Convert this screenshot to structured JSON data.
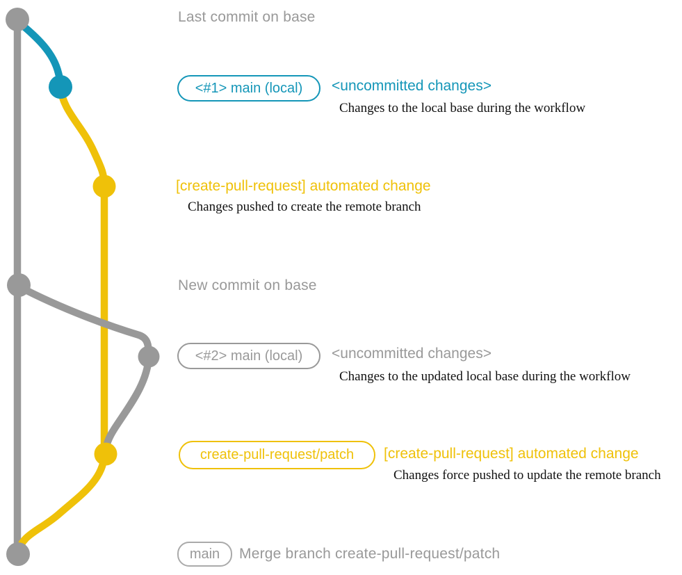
{
  "colors": {
    "gray": "#999999",
    "blue": "#1496b8",
    "yellow": "#efc109",
    "ink": "#111111",
    "bg": "#ffffff"
  },
  "graph": {
    "branches": [
      "base (gray)",
      "main local (blue)",
      "create-pull-request/patch (yellow)"
    ],
    "commit_nodes": [
      "last-commit-on-base",
      "main-local-1",
      "create-pull-request-patch-1",
      "new-commit-on-base",
      "main-local-2",
      "create-pull-request-patch-2",
      "merge-commit-on-main"
    ]
  },
  "labels": {
    "last_commit": "Last commit on base",
    "section1": {
      "badge": "<#1> main (local)",
      "heading": "<uncommitted changes>",
      "description": "Changes to the local base during the workflow"
    },
    "section2": {
      "heading": "[create-pull-request] automated change",
      "description": "Changes pushed to create the remote branch"
    },
    "new_commit": "New commit on base",
    "section3": {
      "badge": "<#2> main (local)",
      "heading": "<uncommitted changes>",
      "description": "Changes to the updated local base during the workflow"
    },
    "section4": {
      "badge": "create-pull-request/patch",
      "heading": "[create-pull-request] automated change",
      "description": "Changes force pushed to update the remote branch"
    },
    "section5": {
      "badge": "main",
      "text": "Merge branch create-pull-request/patch"
    }
  }
}
